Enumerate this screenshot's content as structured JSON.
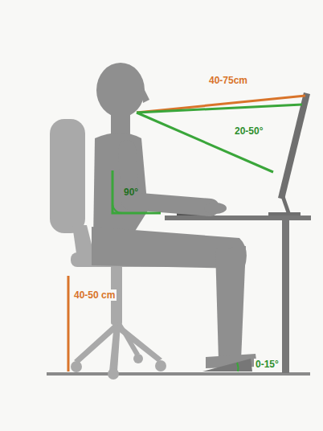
{
  "diagram": {
    "labels": [
      "40-75cm",
      "20-50°",
      "90°",
      "40-50 cm",
      "0-15°"
    ]
  }
}
